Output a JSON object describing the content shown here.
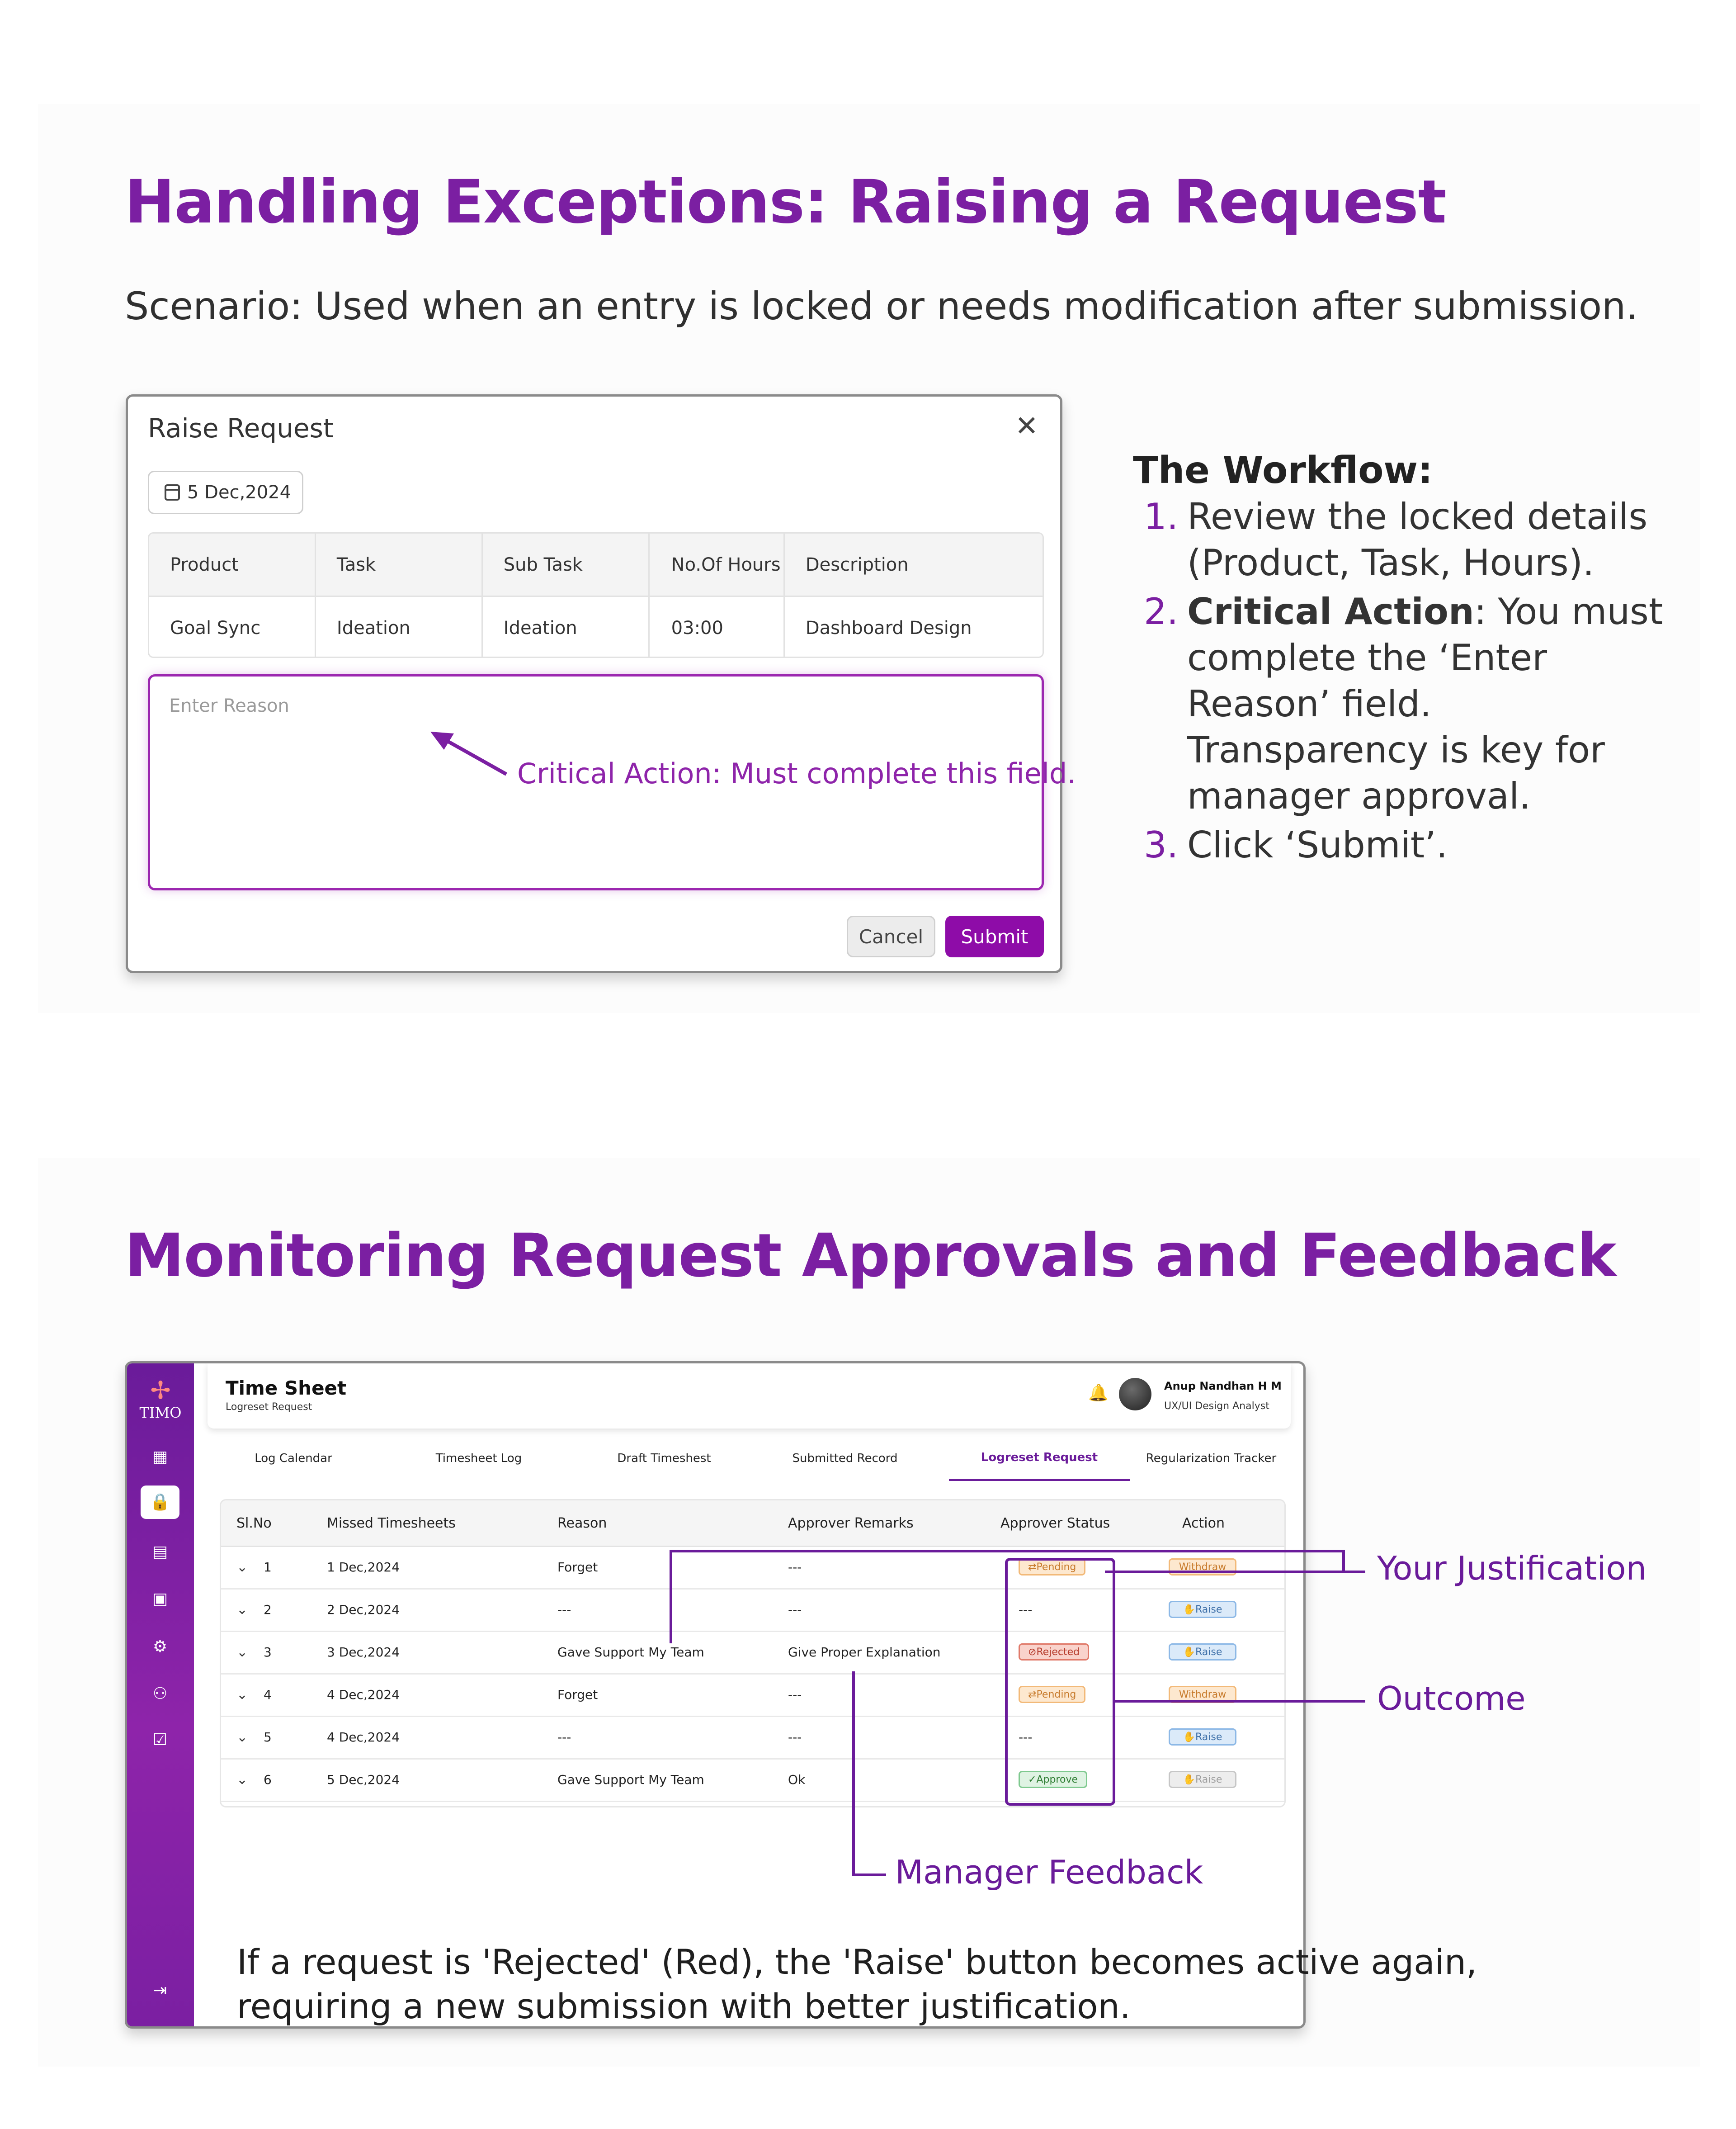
{
  "section1": {
    "heading": "Handling Exceptions: Raising a Request",
    "scenario": "Scenario: Used when an entry is locked or needs modification after submission.",
    "modal": {
      "title": "Raise Request",
      "close_icon": "close-icon",
      "date": "5 Dec,2024",
      "columns": [
        "Product",
        "Task",
        "Sub Task",
        "No.Of Hours",
        "Description"
      ],
      "row": [
        "Goal Sync",
        "Ideation",
        "Ideation",
        "03:00",
        "Dashboard Design"
      ],
      "reason_placeholder": "Enter Reason",
      "critical_note": "Critical Action: Must complete this field.",
      "cancel_label": "Cancel",
      "submit_label": "Submit"
    },
    "workflow": {
      "title": "The Workflow:",
      "step1_num": "1.",
      "step1": "Review the locked details (Product, Task, Hours).",
      "step2_num": "2.",
      "step2_bold": "Critical Action",
      "step2_rest": ": You must complete the ‘Enter Reason’ field. Transparency is key for manager approval.",
      "step3_num": "3.",
      "step3": "Click ‘Submit’."
    }
  },
  "section2": {
    "heading": "Monitoring Request Approvals and Feedback",
    "app": {
      "logo_text": "TIMO",
      "page_title": "Time Sheet",
      "page_subtitle": "Logreset Request",
      "user_name": "Anup Nandhan H M",
      "user_role": "UX/UI Design Analyst",
      "tabs": [
        "Log Calendar",
        "Timesheet Log",
        "Draft Timeshest",
        "Submitted Record",
        "Logreset Request",
        "Regularization Tracker"
      ],
      "active_tab": "Logreset Request",
      "columns": [
        "Sl.No",
        "Missed Timesheets",
        "Reason",
        "Approver  Remarks",
        "Approver Status",
        "Action"
      ],
      "rows": [
        {
          "no": "1",
          "date": "1 Dec,2024",
          "reason": "Forget",
          "remarks": "---",
          "status": "Pending",
          "action": "Withdraw"
        },
        {
          "no": "2",
          "date": "2 Dec,2024",
          "reason": "---",
          "remarks": "---",
          "status": "---",
          "action": "Raise"
        },
        {
          "no": "3",
          "date": "3 Dec,2024",
          "reason": "Gave Support My Team",
          "remarks": "Give Proper Explanation",
          "status": "Rejected",
          "action": "Raise"
        },
        {
          "no": "4",
          "date": "4 Dec,2024",
          "reason": "Forget",
          "remarks": "---",
          "status": "Pending",
          "action": "Withdraw"
        },
        {
          "no": "5",
          "date": "4 Dec,2024",
          "reason": "---",
          "remarks": "---",
          "status": "---",
          "action": "Raise"
        },
        {
          "no": "6",
          "date": "5 Dec,2024",
          "reason": "Gave Support My Team",
          "remarks": "Ok",
          "status": "Approve",
          "action": "Raise"
        }
      ],
      "status_colors": {
        "pending": "#f2b978",
        "rejected": "#e07a6a",
        "approve": "#7fc98f",
        "raise": "#8cb8e6"
      }
    },
    "callouts": {
      "justification": "Your Justification",
      "outcome": "Outcome",
      "feedback": "Manager Feedback"
    },
    "note_line1": "If a request is 'Rejected' (Red), the 'Raise' button becomes active again,",
    "note_line2": "requiring a new submission with better justification."
  },
  "accent_color": "#7b1fa2"
}
